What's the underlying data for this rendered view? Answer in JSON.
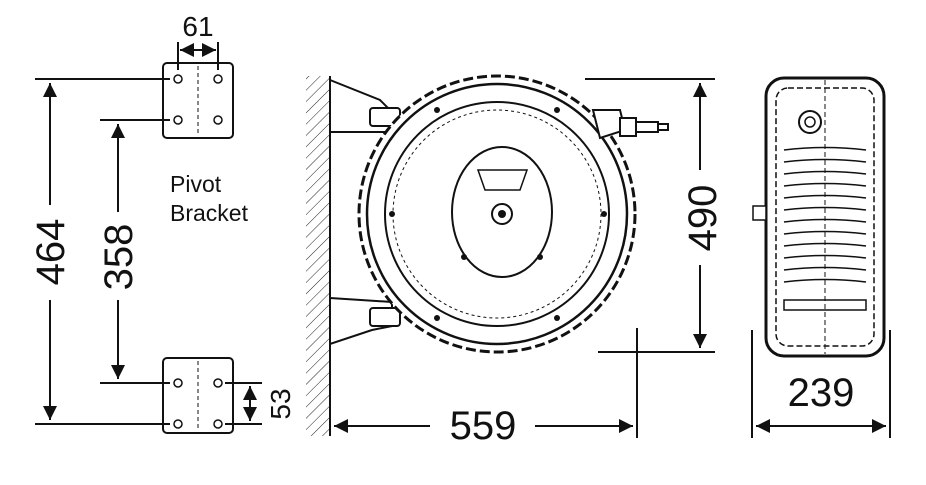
{
  "diagram": {
    "dimensions": {
      "bracket_hole_spacing": "61",
      "overall_bracket_height": "464",
      "pivot_center_spacing": "358",
      "bracket_plate_height": "53",
      "reel_height": "490",
      "reel_projection": "559",
      "reel_width": "239"
    },
    "caption": {
      "line1": "Pivot",
      "line2": "Bracket"
    }
  }
}
